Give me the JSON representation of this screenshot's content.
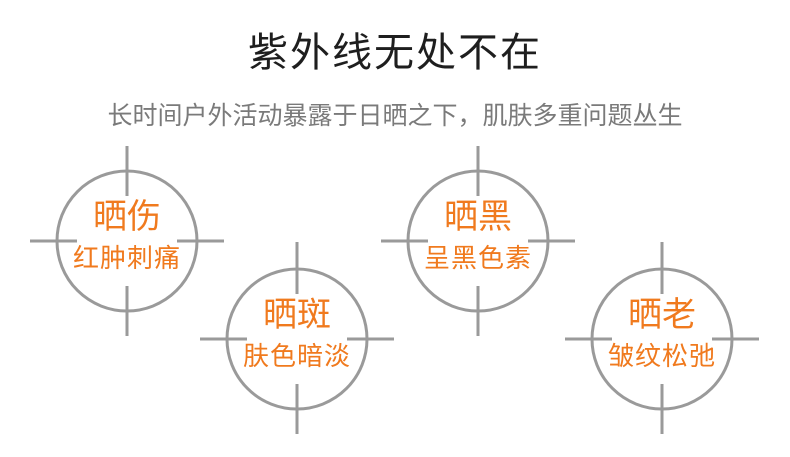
{
  "header": {
    "title": "紫外线无处不在",
    "subtitle": "长时间户外活动暴露于日晒之下，肌肤多重问题丛生"
  },
  "targets": [
    {
      "name": "晒伤",
      "desc": "红肿刺痛"
    },
    {
      "name": "晒斑",
      "desc": "肤色暗淡"
    },
    {
      "name": "晒黑",
      "desc": "呈黑色素"
    },
    {
      "name": "晒老",
      "desc": "皱纹松弛"
    }
  ],
  "colors": {
    "accent": "#f07a1e",
    "crosshair": "#9a9a9a",
    "title": "#1e1e1e",
    "subtitle": "#7a7a7a"
  }
}
